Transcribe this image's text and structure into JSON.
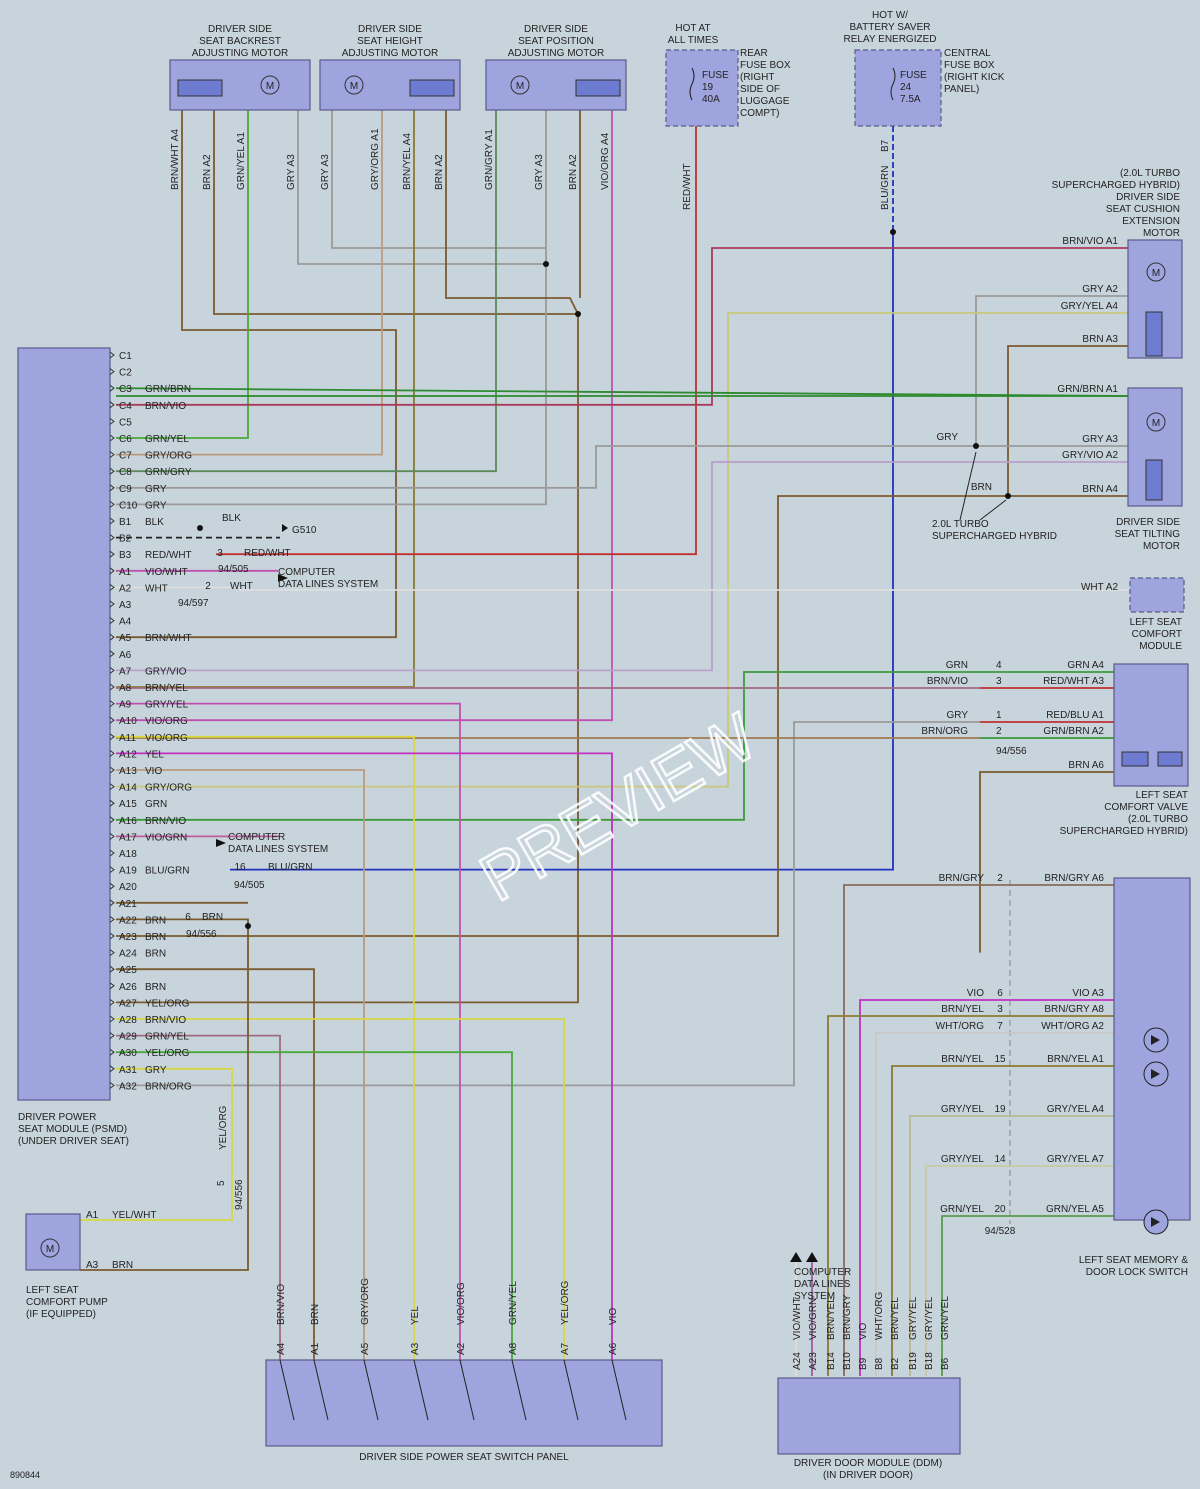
{
  "doc_number": "890844",
  "watermark": "PREVIEW",
  "components": {
    "backrest_motor": [
      "DRIVER SIDE",
      "SEAT BACKREST",
      "ADJUSTING MOTOR"
    ],
    "height_motor": [
      "DRIVER SIDE",
      "SEAT HEIGHT",
      "ADJUSTING MOTOR"
    ],
    "position_motor": [
      "DRIVER SIDE",
      "SEAT POSITION",
      "ADJUSTING MOTOR"
    ],
    "hot_all_times": [
      "HOT AT",
      "ALL TIMES"
    ],
    "rear_fuse_box": [
      "REAR",
      "FUSE BOX",
      "(RIGHT",
      "SIDE OF",
      "LUGGAGE",
      "COMPT)"
    ],
    "fuse19": [
      "FUSE",
      "19",
      "40A"
    ],
    "hot_battery_saver": [
      "HOT W/",
      "BATTERY SAVER",
      "RELAY ENERGIZED"
    ],
    "central_fuse_box": [
      "CENTRAL",
      "FUSE BOX",
      "(RIGHT KICK",
      "PANEL)"
    ],
    "fuse24": [
      "FUSE",
      "24",
      "7.5A"
    ],
    "cushion_motor": [
      "(2.0L TURBO",
      "SUPERCHARGED HYBRID)",
      "DRIVER SIDE",
      "SEAT CUSHION",
      "EXTENSION",
      "MOTOR"
    ],
    "tilting_motor": [
      "DRIVER SIDE",
      "SEAT TILTING",
      "MOTOR"
    ],
    "turbo_note": [
      "2.0L TURBO",
      "SUPERCHARGED HYBRID"
    ],
    "comfort_module": [
      "LEFT SEAT",
      "COMFORT",
      "MODULE"
    ],
    "comfort_valve": [
      "LEFT SEAT",
      "COMFORT VALVE",
      "(2.0L TURBO",
      "SUPERCHARGED HYBRID)"
    ],
    "memory_switch": [
      "LEFT SEAT MEMORY &",
      "DOOR LOCK SWITCH"
    ],
    "psmd": [
      "DRIVER POWER",
      "SEAT MODULE (PSMD)",
      "(UNDER DRIVER SEAT)"
    ],
    "comfort_pump": [
      "LEFT SEAT",
      "COMFORT PUMP",
      "(IF EQUIPPED)"
    ],
    "switch_panel": "DRIVER SIDE POWER SEAT SWITCH PANEL",
    "ddm": [
      "DRIVER DOOR MODULE (DDM)",
      "(IN DRIVER DOOR)"
    ],
    "computer_data": [
      "COMPUTER",
      "DATA LINES SYSTEM"
    ],
    "computer_data_ddm": [
      "COMPUTER",
      "DATA LINES",
      "SYSTEM"
    ],
    "ground": "G510"
  },
  "backrest_wires": [
    "BRN/WHT A4",
    "BRN A2",
    "GRN/YEL A1",
    "GRY A3"
  ],
  "height_wires": [
    "GRY A3",
    "GRY/ORG A1",
    "BRN/YEL A4",
    "BRN A2"
  ],
  "position_wires": [
    "GRN/GRY A1",
    "GRY A3",
    "BRN A2",
    "VIO/ORG A4"
  ],
  "fuse19_wire": "RED/WHT",
  "fuse24_wire": "BLU/GRN",
  "fuse24_pin": "B7",
  "psmd_pins": [
    [
      "C1",
      ""
    ],
    [
      "C2",
      ""
    ],
    [
      "C3",
      "GRN/BRN"
    ],
    [
      "C4",
      "BRN/VIO"
    ],
    [
      "C5",
      ""
    ],
    [
      "C6",
      "GRN/YEL"
    ],
    [
      "C7",
      "GRY/ORG"
    ],
    [
      "C8",
      "GRN/GRY"
    ],
    [
      "C9",
      "GRY"
    ],
    [
      "C10",
      "GRY"
    ],
    [
      "B1",
      "BLK"
    ],
    [
      "B2",
      ""
    ],
    [
      "B3",
      "RED/WHT"
    ],
    [
      "A1",
      "VIO/WHT"
    ],
    [
      "A2",
      "WHT"
    ],
    [
      "A3",
      ""
    ],
    [
      "A4",
      ""
    ],
    [
      "A5",
      "BRN/WHT"
    ],
    [
      "A6",
      ""
    ],
    [
      "A7",
      "GRY/VIO"
    ],
    [
      "A8",
      "BRN/YEL"
    ],
    [
      "A9",
      "GRY/YEL"
    ],
    [
      "A10",
      "VIO/ORG"
    ],
    [
      "A11",
      "VIO/ORG"
    ],
    [
      "A12",
      "YEL"
    ],
    [
      "A13",
      "VIO"
    ],
    [
      "A14",
      "GRY/ORG"
    ],
    [
      "A15",
      "GRN"
    ],
    [
      "A16",
      "BRN/VIO"
    ],
    [
      "A17",
      "VIO/GRN"
    ],
    [
      "A18",
      ""
    ],
    [
      "A19",
      "BLU/GRN"
    ],
    [
      "A20",
      ""
    ],
    [
      "A21",
      ""
    ],
    [
      "A22",
      "BRN"
    ],
    [
      "A23",
      "BRN"
    ],
    [
      "A24",
      "BRN"
    ],
    [
      "A25",
      ""
    ],
    [
      "A26",
      "BRN"
    ],
    [
      "A27",
      "YEL/ORG"
    ],
    [
      "A28",
      "BRN/VIO"
    ],
    [
      "A29",
      "GRN/YEL"
    ],
    [
      "A30",
      "YEL/ORG"
    ],
    [
      "A31",
      "GRY"
    ],
    [
      "A32",
      "BRN/ORG"
    ]
  ],
  "inline_labels": {
    "blk": "BLK",
    "b3_num": "3",
    "b3_conn": "94/505",
    "b3_wire": "RED/WHT",
    "a2_num": "2",
    "a2_conn": "94/597",
    "a2_wire": "WHT",
    "a19_num": "16",
    "a19_conn": "94/505",
    "a19_wire": "BLU/GRN",
    "a22_num": "6",
    "a22_conn": "94/556",
    "a22_wire": "BRN",
    "pump_wire": "YEL/ORG",
    "pump_num": "5",
    "pump_conn": "94/556"
  },
  "cushion_pins": [
    "BRN/VIO A1",
    "GRY A2",
    "GRY/YEL A4",
    "BRN A3"
  ],
  "tilting_pins": [
    "GRN/BRN A1",
    "GRY A3",
    "GRY/VIO A2",
    "BRN A4"
  ],
  "tilting_extra": [
    "GRY",
    "BRN"
  ],
  "comfort_module_pin": "WHT A2",
  "valve_rows": [
    [
      "GRN",
      "4",
      "GRN",
      "A4"
    ],
    [
      "BRN/VIO",
      "3",
      "RED/WHT",
      "A3"
    ],
    [
      "GRY",
      "1",
      "RED/BLU",
      "A1"
    ],
    [
      "BRN/ORG",
      "2",
      "GRN/BRN",
      "A2"
    ],
    [
      "",
      "",
      "BRN",
      "A6"
    ]
  ],
  "valve_conn": "94/556",
  "mem_rows": [
    [
      "BRN/GRY",
      "2",
      "BRN/GRY",
      "A6"
    ],
    [
      "VIO",
      "6",
      "VIO",
      "A3"
    ],
    [
      "BRN/YEL",
      "3",
      "BRN/GRY",
      "A8"
    ],
    [
      "WHT/ORG",
      "7",
      "WHT/ORG",
      "A2"
    ],
    [
      "BRN/YEL",
      "15",
      "BRN/YEL",
      "A1"
    ],
    [
      "GRY/YEL",
      "19",
      "GRY/YEL",
      "A4"
    ],
    [
      "GRY/YEL",
      "14",
      "GRY/YEL",
      "A7"
    ],
    [
      "GRN/YEL",
      "20",
      "GRN/YEL",
      "A5"
    ]
  ],
  "mem_conn": "94/528",
  "pump_pins": [
    "A1",
    "YEL/WHT",
    "A3",
    "BRN"
  ],
  "switch_pins": [
    [
      "BRN/VIO",
      "A4"
    ],
    [
      "BRN",
      "A1"
    ],
    [
      "GRY/ORG",
      "A5"
    ],
    [
      "YEL",
      "A3"
    ],
    [
      "VIO/ORG",
      "A2"
    ],
    [
      "GRN/YEL",
      "A8"
    ],
    [
      "YEL/ORG",
      "A7"
    ],
    [
      "VIO",
      "A6"
    ]
  ],
  "ddm_pins": [
    [
      "VIO/WHT",
      "A24"
    ],
    [
      "VIO/GRN",
      "A23"
    ],
    [
      "BRN/YEL",
      "B14"
    ],
    [
      "BRN/GRY",
      "B10"
    ],
    [
      "VIO",
      "B9"
    ],
    [
      "WHT/ORG",
      "B8"
    ],
    [
      "BRN/YEL",
      "B2"
    ],
    [
      "GRY/YEL",
      "B19"
    ],
    [
      "GRY/YEL",
      "B18"
    ],
    [
      "GRN/YEL",
      "B6"
    ]
  ],
  "colors": {
    "brn": "#7a5a2e",
    "grn": "#2e8a2e",
    "gry": "#9a9a9a",
    "vio": "#c030c0",
    "yel": "#d8d840",
    "red": "#c03030",
    "blu": "#2030c0",
    "blk": "#222222",
    "wht": "#e8e8e8"
  }
}
